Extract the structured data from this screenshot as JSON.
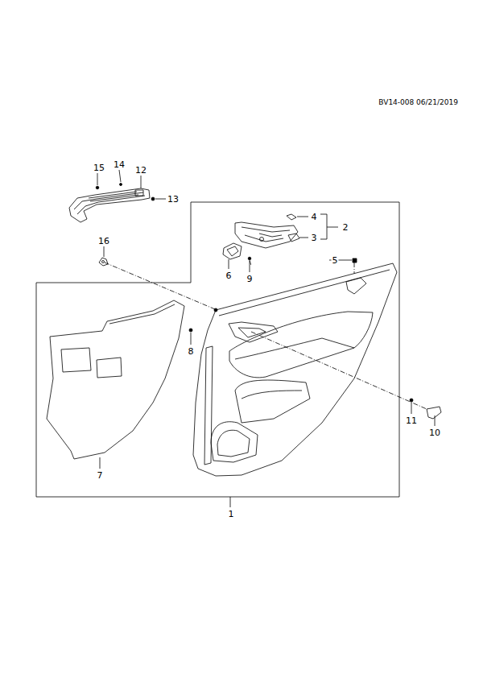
{
  "diagram": {
    "labels": [
      "BV14-008 06/21/2019",
      "15",
      "14",
      "12",
      "4",
      "13",
      "2",
      "3",
      "16",
      "5",
      "6",
      "9",
      "8",
      "11",
      "10",
      "7",
      "1"
    ]
  }
}
